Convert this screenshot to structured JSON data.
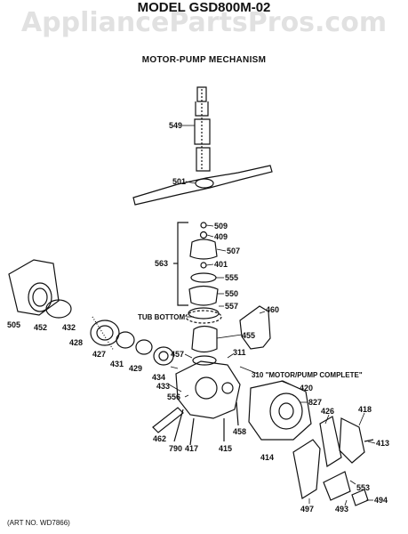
{
  "header": {
    "model_title": "MODEL GSD800M-02",
    "watermark": "AppliancePartsPros.com",
    "section_title": "MOTOR-PUMP MECHANISM"
  },
  "footer": {
    "art_no": "(ART NO. WD7866)"
  },
  "labels": {
    "tub_bottom": "TUB BOTTOM",
    "motor_pump_complete": "310 \"MOTOR/PUMP COMPLETE\""
  },
  "part_numbers": {
    "p549": "549",
    "p501": "501",
    "p509": "509",
    "p409": "409",
    "p507": "507",
    "p401": "401",
    "p555": "555",
    "p563": "563",
    "p550": "550",
    "p557": "557",
    "p460": "460",
    "p311": "311",
    "p505": "505",
    "p452": "452",
    "p432": "432",
    "p428": "428",
    "p427": "427",
    "p431": "431",
    "p429": "429",
    "p434": "434",
    "p457": "457",
    "p455": "455",
    "p433": "433",
    "p556": "556",
    "p420": "420",
    "p827": "827",
    "p462": "462",
    "p790": "790",
    "p417": "417",
    "p415": "415",
    "p458": "458",
    "p414": "414",
    "p426": "426",
    "p418": "418",
    "p413": "413",
    "p553": "553",
    "p497": "497",
    "p493": "493",
    "p494": "494"
  }
}
